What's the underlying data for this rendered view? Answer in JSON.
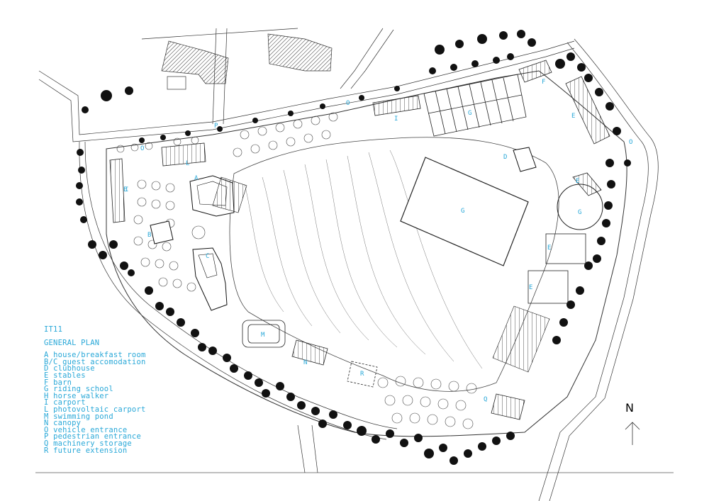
{
  "drawing": {
    "code": "IT11",
    "title": "GENERAL PLAN",
    "label_color": "#29a8d8"
  },
  "legend": [
    {
      "key": "A",
      "text": "house/breakfast room"
    },
    {
      "key": "B/C",
      "text": "guest accomodation"
    },
    {
      "key": "D",
      "text": "clubhouse"
    },
    {
      "key": "E",
      "text": "stables"
    },
    {
      "key": "F",
      "text": "barn"
    },
    {
      "key": "G",
      "text": "riding school"
    },
    {
      "key": "H",
      "text": "horse walker"
    },
    {
      "key": "I",
      "text": "carport"
    },
    {
      "key": "L",
      "text": "photovoltaic carport"
    },
    {
      "key": "M",
      "text": "swimming pond"
    },
    {
      "key": "N",
      "text": "canopy"
    },
    {
      "key": "O",
      "text": "vehicle entrance"
    },
    {
      "key": "P",
      "text": "pedestrian entrance"
    },
    {
      "key": "Q",
      "text": "machinery storage"
    },
    {
      "key": "R",
      "text": "future extension"
    }
  ],
  "map_labels": {
    "A": "A",
    "B": "B",
    "C": "C",
    "D": "D",
    "E1": "E",
    "E2": "E",
    "E3": "E",
    "E4": "E",
    "E5": "E",
    "F": "F",
    "G1": "G",
    "G2": "G",
    "G3": "G",
    "I1": "I",
    "I2": "I",
    "L": "L",
    "M": "M",
    "N": "N",
    "O1": "O",
    "O2": "O",
    "O3": "O",
    "P": "P",
    "Q": "Q",
    "R": "R"
  },
  "north": {
    "letter": "N"
  }
}
